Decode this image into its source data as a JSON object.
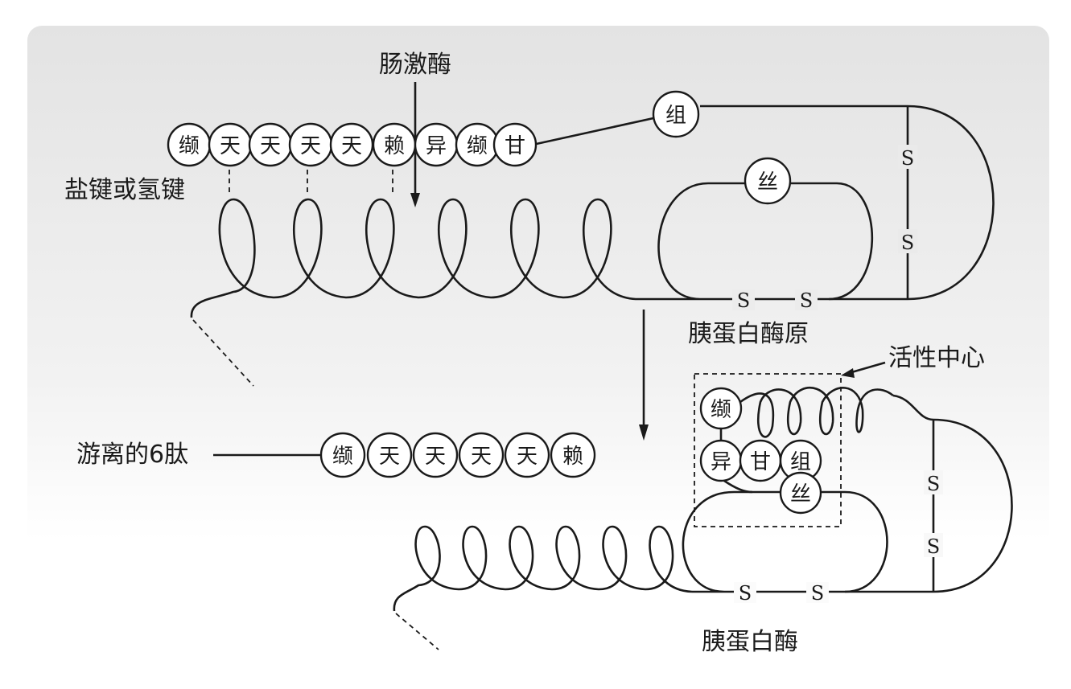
{
  "labels": {
    "enterokinase": "肠激酶",
    "salt_bridge": "盐键或氢键",
    "trypsinogen": "胰蛋白酶原",
    "active_center": "活性中心",
    "free_hexapeptide": "游离的6肽",
    "trypsin": "胰蛋白酶"
  },
  "trypsinogen": {
    "chain": [
      "缬",
      "天",
      "天",
      "天",
      "天",
      "赖",
      "异",
      "缬",
      "甘"
    ],
    "his": "组",
    "ser": "丝",
    "disulfide_right": [
      "S",
      "S"
    ],
    "disulfide_bottom": [
      "S",
      "S"
    ]
  },
  "hexapeptide": [
    "缬",
    "天",
    "天",
    "天",
    "天",
    "赖"
  ],
  "trypsin": {
    "val": "缬",
    "ile": "异",
    "gly": "甘",
    "his": "组",
    "ser": "丝",
    "disulfide_right": [
      "S",
      "S"
    ],
    "disulfide_bottom": [
      "S",
      "S"
    ]
  }
}
